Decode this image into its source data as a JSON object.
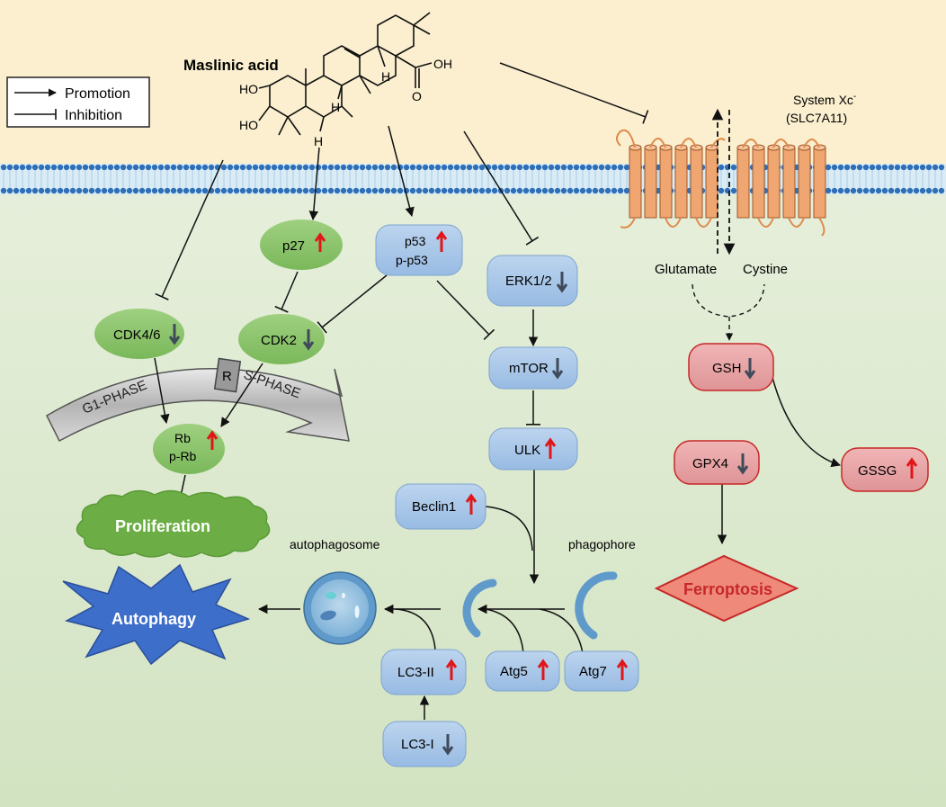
{
  "legend": {
    "promotion": "Promotion",
    "inhibition": "Inhibition"
  },
  "compound": {
    "name": "Maslinic acid",
    "structure_labels": {
      "ho1": "HO",
      "ho2": "HO",
      "oh": "OH",
      "o": "O",
      "h1": "H",
      "h2": "H",
      "h3": "H"
    }
  },
  "transporter": {
    "name": "System Xc",
    "superscript": "-",
    "gene": "(SLC7A11)"
  },
  "metabolites": {
    "glutamate": "Glutamate",
    "cystine": "Cystine"
  },
  "nodes": {
    "p27": "p27",
    "p53_line1": "p53",
    "p53_line2": "p-p53",
    "erk": "ERK1/2",
    "cdk46": "CDK4/6",
    "cdk2": "CDK2",
    "mtor": "mTOR",
    "ulk": "ULK",
    "beclin1": "Beclin1",
    "rb_line1": "Rb",
    "rb_line2": "p-Rb",
    "gsh": "GSH",
    "gpx4": "GPX4",
    "gssg": "GSSG",
    "lc3ii": "LC3-II",
    "lc3i": "LC3-I",
    "atg5": "Atg5",
    "atg7": "Atg7"
  },
  "cell_cycle": {
    "g1": "G1-PHASE",
    "r": "R",
    "s": "S-PHASE"
  },
  "outcomes": {
    "proliferation": "Proliferation",
    "autophagy": "Autophagy",
    "ferroptosis": "Ferroptosis"
  },
  "labels": {
    "autophagosome": "autophagosome",
    "phagophore": "phagophore"
  },
  "colors": {
    "extracellular": "#fbefcf",
    "cytoplasm": "#e2edd8",
    "blue_node": "#a9c7e8",
    "green_node": "#8cc26d",
    "red_node": "#e6a4a6",
    "up_arrow": "#e0161a",
    "down_arrow": "#3f4a5a",
    "autophagy_star": "#3d6ec9",
    "ferroptosis_fill": "#ef8a7b",
    "transporter": "#f0a670"
  }
}
